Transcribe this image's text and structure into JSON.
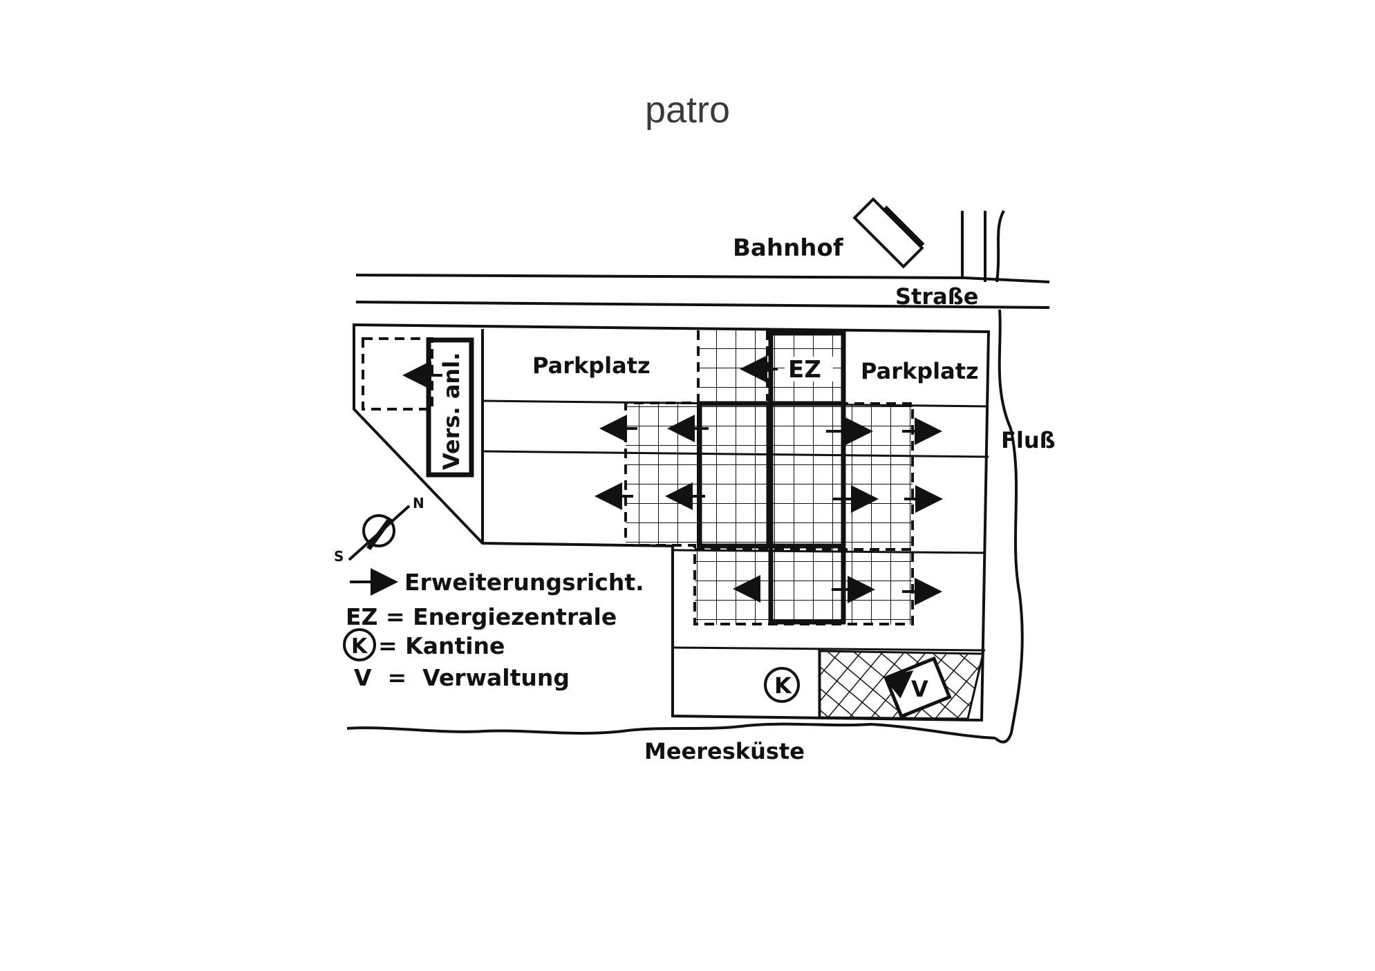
{
  "title": "patro",
  "labels": {
    "bahnhof": "Bahnhof",
    "strasse": "Straße",
    "parkplatz_left": "Parkplatz",
    "parkplatz_right": "Parkplatz",
    "ez": "EZ",
    "vers_anl": "Vers. anl.",
    "fluss": "Fluß",
    "meereskueste": "Meeresküste",
    "kantine_symbol": "K",
    "verwaltung_symbol": "V",
    "compass_n": "N",
    "compass_s": "S"
  },
  "legend": {
    "arrow": "Erweiterungsricht.",
    "ez": "EZ = Energiezentrale",
    "k_symbol": "K",
    "k": "= Kantine",
    "v": "V  =  Verwaltung"
  },
  "colors": {
    "ink": "#111111",
    "title": "#3a3a3a",
    "background": "#ffffff"
  }
}
